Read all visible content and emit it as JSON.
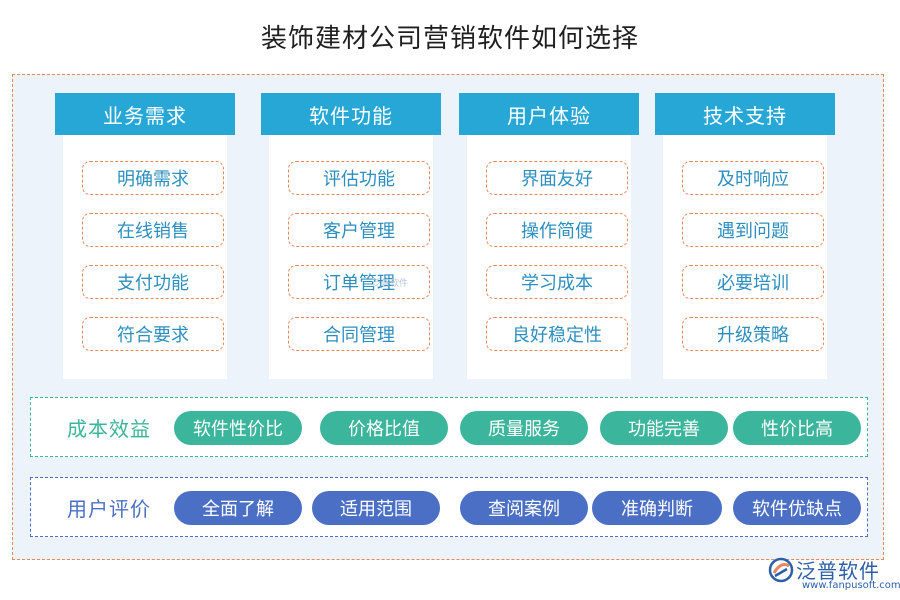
{
  "title": "装饰建材公司营销软件如何选择",
  "colors": {
    "header_blue": "#27a7d6",
    "item_text": "#2c8fbf",
    "dash_orange": "#e8885a",
    "teal_pill": "#3bb59b",
    "blue_pill": "#4b6fc4",
    "panel_bg": "#edf3fa"
  },
  "columns": [
    {
      "header": "业务需求",
      "items": [
        "明确需求",
        "在线销售",
        "支付功能",
        "符合要求"
      ]
    },
    {
      "header": "软件功能",
      "items": [
        "评估功能",
        "客户管理",
        "订单管理",
        "合同管理"
      ]
    },
    {
      "header": "用户体验",
      "items": [
        "界面友好",
        "操作简便",
        "学习成本",
        "良好稳定性"
      ]
    },
    {
      "header": "技术支持",
      "items": [
        "及时响应",
        "遇到问题",
        "必要培训",
        "升级策略"
      ]
    }
  ],
  "cost_benefit": {
    "label": "成本效益",
    "pills": [
      "软件性价比",
      "价格比值",
      "质量服务",
      "功能完善",
      "性价比高"
    ]
  },
  "user_review": {
    "label": "用户评价",
    "pills": [
      "全面了解",
      "适用范围",
      "查阅案例",
      "准确判断",
      "软件优缺点"
    ]
  },
  "watermark": "泛普软件",
  "logo": {
    "name": "泛普软件",
    "url": "www.fanpusoft.com",
    "icon": "fanpu-logo-icon"
  }
}
